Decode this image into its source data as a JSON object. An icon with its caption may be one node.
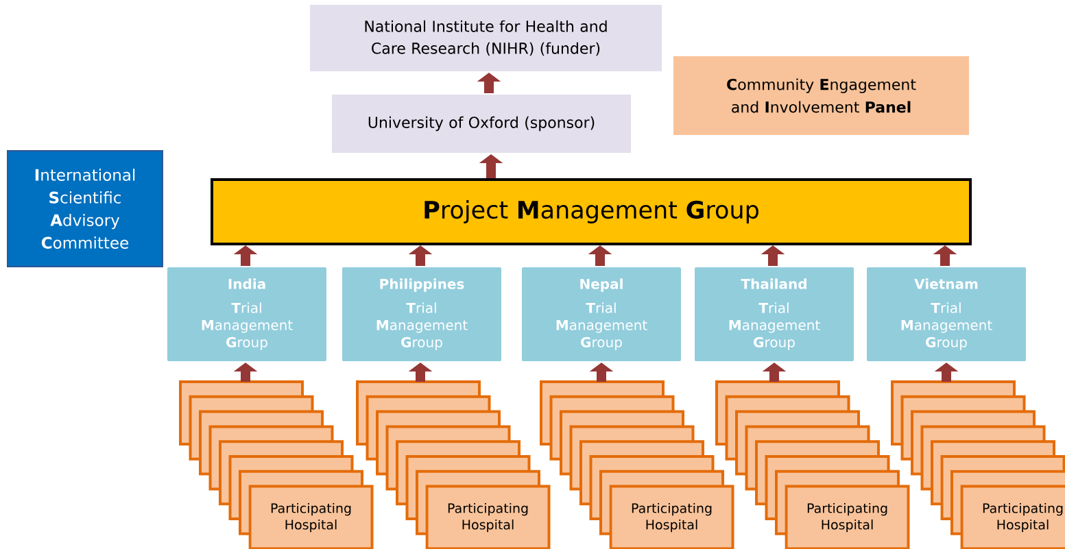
{
  "diagram": {
    "nodes": [
      {
        "text": [
          "National Institute for Health and Care Research (NIHR) (funder)"
        ]
      },
      {
        "text": [
          "University of Oxford (sponsor)"
        ]
      },
      {
        "text": [
          "**C**ommunity **E**ngagement and **I**nvolvement **Panel**"
        ]
      },
      {
        "text": [
          "**I**nternational **S**cientific **A**dvisory **C**ommittee"
        ]
      },
      {
        "text": [
          "**P**roject **M**anagement **G**roup"
        ]
      },
      {
        "text": [
          "India",
          "**T**rial **M**anagement **G**roup"
        ]
      },
      {
        "text": [
          "Philippines",
          "**T**rial **M**anagement **G**roup"
        ]
      },
      {
        "text": [
          "Nepal",
          "**T**rial **M**anagement **G**roup"
        ]
      },
      {
        "text": [
          "Thailand",
          "**T**rial **M**anagement **G**roup"
        ]
      },
      {
        "text": [
          "Vietnam",
          "**T**rial **M**anagement **G**roup"
        ]
      },
      {
        "text": [
          "Participating Hospital"
        ]
      },
      {
        "text": [
          "Participating Hospital"
        ]
      },
      {
        "text": [
          "Participating Hospital"
        ]
      },
      {
        "text": [
          "Participating Hospital"
        ]
      },
      {
        "text": [
          "Participating Hospital"
        ]
      }
    ],
    "edges": [
      {
        "from": 1,
        "to": 0,
        "arrow": "to"
      },
      {
        "from": 4,
        "to": 1,
        "arrow": "to"
      },
      {
        "from": 5,
        "to": 4,
        "arrow": "to"
      },
      {
        "from": 6,
        "to": 4,
        "arrow": "to"
      },
      {
        "from": 7,
        "to": 4,
        "arrow": "to"
      },
      {
        "from": 8,
        "to": 4,
        "arrow": "to"
      },
      {
        "from": 9,
        "to": 4,
        "arrow": "to"
      },
      {
        "from": 10,
        "to": 5,
        "arrow": "to"
      },
      {
        "from": 11,
        "to": 6,
        "arrow": "to"
      },
      {
        "from": 12,
        "to": 7,
        "arrow": "to"
      },
      {
        "from": 13,
        "to": 8,
        "arrow": "to"
      },
      {
        "from": 14,
        "to": 9,
        "arrow": "to"
      }
    ]
  }
}
